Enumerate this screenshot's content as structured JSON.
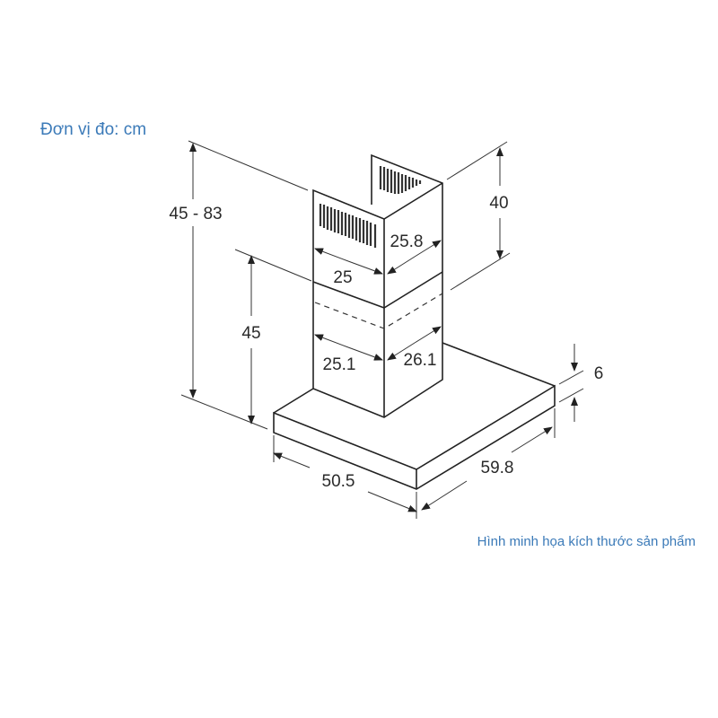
{
  "unit_note": "Đơn vị đo: cm",
  "caption": "Hình minh họa kích thước sản phẩm",
  "colors": {
    "accent": "#3b7ab8",
    "line": "#222222"
  },
  "dimensions": {
    "total_height": "45 - 83",
    "chimney_lower_height": "45",
    "chimney_upper_height": "40",
    "chimney_upper_width": "25",
    "chimney_upper_depth": "25.8",
    "chimney_lower_width": "25.1",
    "chimney_lower_depth": "26.1",
    "hood_thickness": "6",
    "hood_depth": "50.5",
    "hood_width": "59.8"
  }
}
